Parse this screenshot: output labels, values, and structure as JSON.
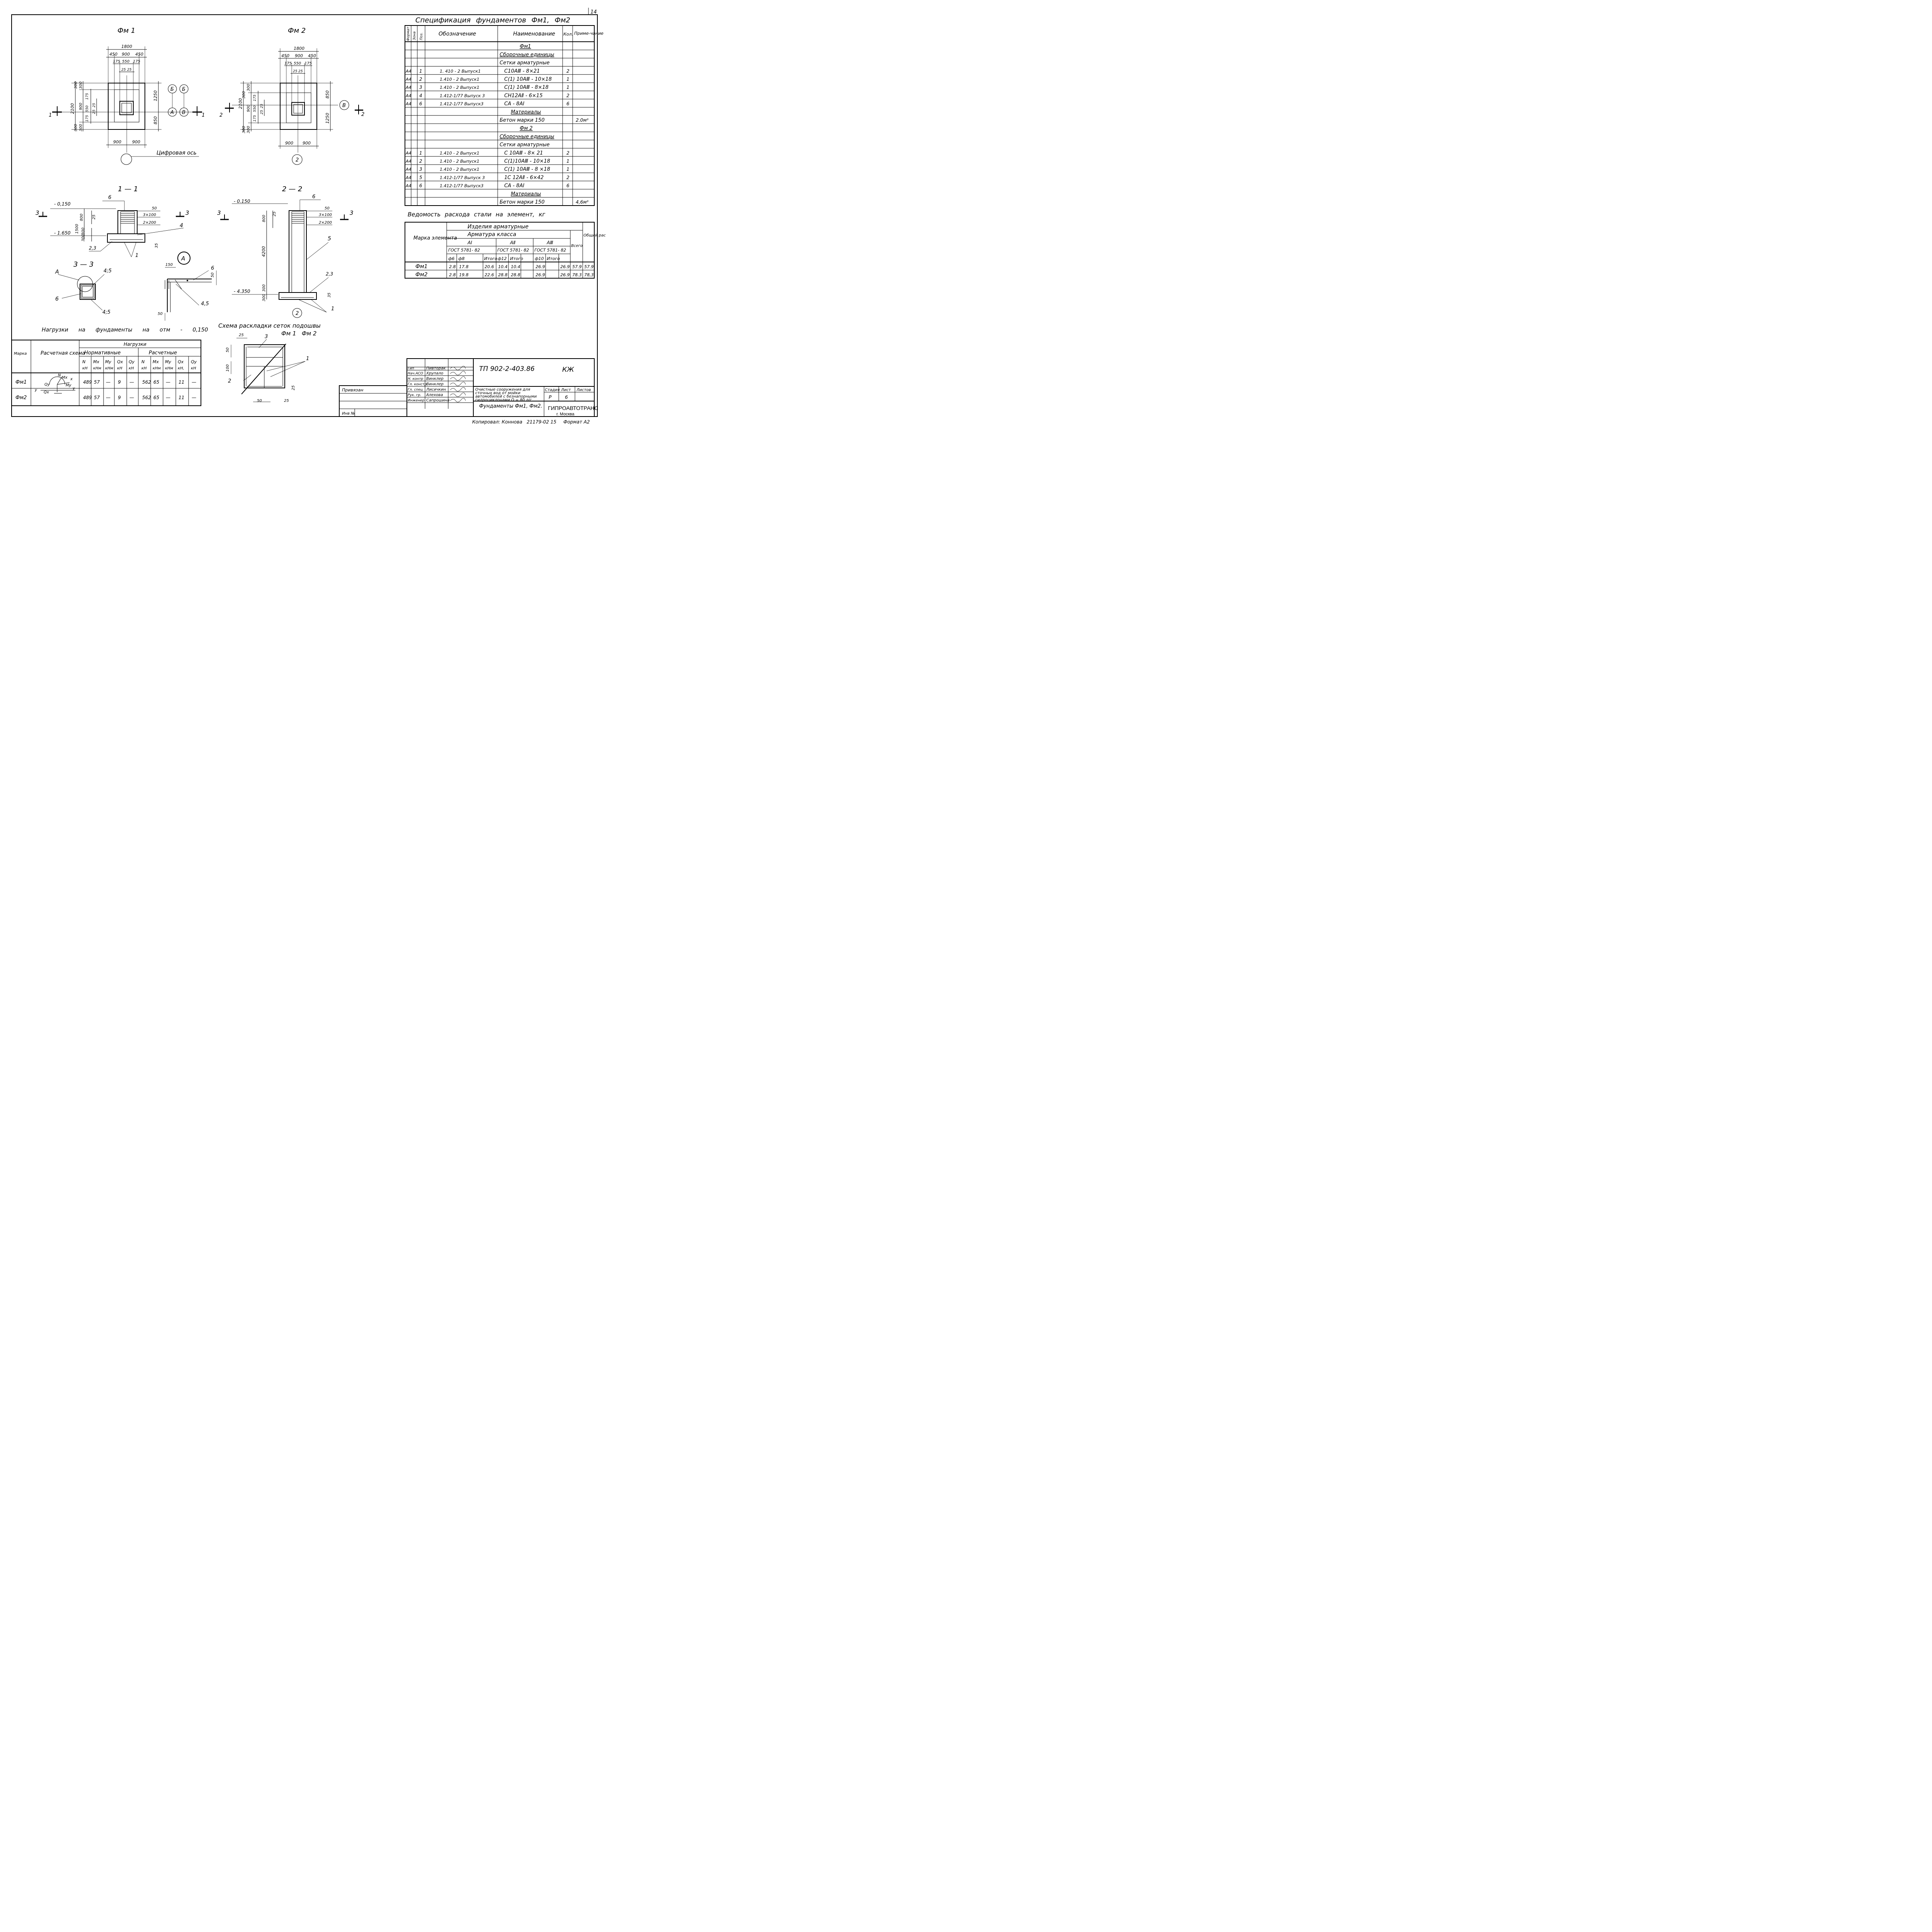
{
  "sheet": {
    "page_number": "14"
  },
  "plans": {
    "fm1": {
      "title": "Фм 1",
      "dims_top": [
        "1800",
        "450",
        "900",
        "450",
        "175",
        "550",
        "175",
        "25",
        "25"
      ],
      "dims_left": [
        "2100",
        "300",
        "300",
        "900",
        "300",
        "300",
        "175",
        "550",
        "175",
        "25",
        "25"
      ],
      "dims_right": [
        "1250",
        "850"
      ],
      "dims_bottom": [
        "900",
        "900"
      ],
      "axes": [
        "Б",
        "Б",
        "А",
        "В"
      ],
      "section_marks": [
        "1",
        "1"
      ],
      "axis_label": "Цифровая ось"
    },
    "fm2": {
      "title": "Фм 2",
      "dims_top": [
        "1800",
        "450",
        "900",
        "450",
        "175",
        "550",
        "175",
        "25",
        "25"
      ],
      "dims_left": [
        "2100",
        "300",
        "300",
        "900",
        "300",
        "300",
        "175",
        "550",
        "175",
        "25",
        "25"
      ],
      "dims_right": [
        "850",
        "1250"
      ],
      "dims_bottom": [
        "900",
        "900"
      ],
      "axes": [
        "В",
        "2"
      ],
      "section_marks": [
        "2",
        "2"
      ]
    }
  },
  "sections": {
    "s11": {
      "title": "1 — 1",
      "levels": [
        "- 0,150",
        "- 1.650"
      ],
      "dims": [
        "800",
        "25",
        "1500",
        "300",
        "300",
        "35",
        "50",
        "3×100",
        "2×200"
      ],
      "callouts": [
        "6",
        "4",
        "2,3",
        "1"
      ],
      "marks": [
        "3",
        "3"
      ]
    },
    "s22": {
      "title": "2 — 2",
      "levels": [
        "- 0.150",
        "- 4.350"
      ],
      "dims": [
        "800",
        "25",
        "4200",
        "300",
        "300",
        "35",
        "50",
        "3×100",
        "2×200"
      ],
      "callouts": [
        "6",
        "5",
        "2,3",
        "1"
      ],
      "marks": [
        "3",
        "3"
      ],
      "axis": "2"
    },
    "s33": {
      "title": "3 — 3",
      "callouts": [
        "А",
        "4;5",
        "6",
        "4;5"
      ]
    },
    "detA": {
      "title": "А",
      "dims": [
        "150",
        "50",
        "50"
      ],
      "callouts": [
        "6",
        "4,5"
      ]
    }
  },
  "layout_scheme": {
    "title": "Схема раскладки сеток подошвы",
    "subtitle": "Фм 1   Фм 2",
    "dims": [
      "25",
      "50",
      "100",
      "25",
      "50",
      "25"
    ],
    "callouts": [
      "3",
      "2",
      "1"
    ]
  },
  "loads": {
    "title": "Нагрузки на фундаменты на отм - 0,150",
    "headers": {
      "mark": "Марка",
      "scheme": "Расчетная схема",
      "loads": "Нагрузки",
      "normative": "Нормативные",
      "design": "Расчетные",
      "cols": [
        "N кН",
        "Mx кНм",
        "My кНм",
        "Qx кН",
        "Qy кН",
        "N кН",
        "Mx кНм",
        "My кНм",
        "Qx кН,",
        "Qy кН"
      ]
    },
    "rows": [
      {
        "mark": "Фм1",
        "values": [
          "489",
          "57",
          "—",
          "9",
          "—",
          "562",
          "65",
          "—",
          "11",
          "—"
        ]
      },
      {
        "mark": "Фм2",
        "values": [
          "489",
          "57",
          "—",
          "9",
          "—",
          "562",
          "65",
          "—",
          "11",
          "—"
        ]
      }
    ],
    "scheme_labels": [
      "N",
      "Mx",
      "x",
      "Qy",
      "My",
      "y",
      "y",
      "Qx"
    ]
  },
  "spec": {
    "title": "Спецификация фундаментов Фм1, Фм2",
    "headers": [
      "Формат",
      "Зона",
      "Поз.",
      "Обозначение",
      "Наименование",
      "Кол.",
      "Приме-чание"
    ],
    "rows": [
      {
        "f": "",
        "z": "",
        "p": "",
        "d": "",
        "n": "Фм1",
        "q": "",
        "r": "",
        "u": true
      },
      {
        "f": "",
        "z": "",
        "p": "",
        "d": "",
        "n": "Сборочные единицы",
        "q": "",
        "r": "",
        "u": true
      },
      {
        "f": "",
        "z": "",
        "p": "",
        "d": "",
        "n": "Сетки арматурные",
        "q": "",
        "r": ""
      },
      {
        "f": "А4",
        "z": "",
        "p": "1",
        "d": "1. 410 - 2 Выпуск1",
        "n": "С10АⅢ - 8×21",
        "q": "2",
        "r": ""
      },
      {
        "f": "А4",
        "z": "",
        "p": "2",
        "d": "1.410 - 2 Выпуск1",
        "n": "С(1) 10АⅢ - 10×18",
        "q": "1",
        "r": ""
      },
      {
        "f": "А4",
        "z": "",
        "p": "3",
        "d": "1.410 - 2 Выпуск1",
        "n": "С(1) 10АⅢ - 8×18",
        "q": "1",
        "r": ""
      },
      {
        "f": "А4",
        "z": "",
        "p": "4",
        "d": "1.412-1/77 Выпуск 3",
        "n": "СН12АⅡ - 6×15",
        "q": "2",
        "r": ""
      },
      {
        "f": "А4",
        "z": "",
        "p": "6",
        "d": "1.412-1/77 Выпуск3",
        "n": "СА - 8АⅠ",
        "q": "6",
        "r": ""
      },
      {
        "f": "",
        "z": "",
        "p": "",
        "d": "",
        "n": "Материалы",
        "q": "",
        "r": "",
        "u": true
      },
      {
        "f": "",
        "z": "",
        "p": "",
        "d": "",
        "n": "Бетон марки 150",
        "q": "",
        "r": "2.0м³"
      },
      {
        "f": "",
        "z": "",
        "p": "",
        "d": "",
        "n": "Фм 2",
        "q": "",
        "r": "",
        "u": true
      },
      {
        "f": "",
        "z": "",
        "p": "",
        "d": "",
        "n": "Сборочные единицы",
        "q": "",
        "r": "",
        "u": true
      },
      {
        "f": "",
        "z": "",
        "p": "",
        "d": "",
        "n": "Сетки арматурные",
        "q": "",
        "r": ""
      },
      {
        "f": "А4",
        "z": "",
        "p": "1",
        "d": "1.410 - 2 Выпуск1",
        "n": "С 10АⅢ - 8× 21",
        "q": "2",
        "r": ""
      },
      {
        "f": "А4",
        "z": "",
        "p": "2",
        "d": "1.410 - 2 Выпуск1",
        "n": "С(1)10АⅢ - 10×18",
        "q": "1",
        "r": ""
      },
      {
        "f": "А4",
        "z": "",
        "p": "3",
        "d": "1.410 - 2 Выпуск1",
        "n": "С(1) 10АⅢ - 8 ×18",
        "q": "1",
        "r": ""
      },
      {
        "f": "А4",
        "z": "",
        "p": "5",
        "d": "1.412-1/77 Выпуск 3",
        "n": "1С 12АⅡ - 6×42",
        "q": "2",
        "r": ""
      },
      {
        "f": "А4",
        "z": "",
        "p": "6",
        "d": "1.412-1/77 Выпуск3",
        "n": "СА - 8АⅠ",
        "q": "6",
        "r": ""
      },
      {
        "f": "",
        "z": "",
        "p": "",
        "d": "",
        "n": "Материалы",
        "q": "",
        "r": "",
        "u": true
      },
      {
        "f": "",
        "z": "",
        "p": "",
        "d": "",
        "n": "Бетон марки 150",
        "q": "",
        "r": "4,6м³"
      }
    ]
  },
  "steel": {
    "title": "Ведомость расхода стали на элемент, кг",
    "headers": {
      "mark": "Марка элемента",
      "products": "Изделия арматурные",
      "rebar": "Арматура класса",
      "classes": [
        "АⅠ",
        "АⅡ",
        "АⅢ"
      ],
      "gosts": [
        "ГОСТ 5781- 82",
        "ГОСТ 5781- 82",
        "ГОСТ 5781- 82"
      ],
      "cols": [
        "ф6",
        "ф8",
        "Итого",
        "ф12",
        "Итого",
        "ф10",
        "Итого"
      ],
      "total": "Всего",
      "grand": "Общий рас-ход"
    },
    "rows": [
      {
        "mark": "Фм1",
        "values": [
          "2.8",
          "17.8",
          "20.6",
          "10.4",
          "10.4",
          "26.9",
          "26.9",
          "57.9",
          "57.9"
        ]
      },
      {
        "mark": "Фм2",
        "values": [
          "2.8",
          "19.8",
          "22.6",
          "28.8",
          "28.8",
          "26.9",
          "26.9",
          "78.3",
          "78,3"
        ]
      }
    ]
  },
  "titleblock": {
    "code": "ТП 902-2-403.86",
    "section": "КЖ",
    "attached": "Привязан",
    "inv": "Инв №",
    "roles": [
      "Гип",
      "Нач.АСО",
      "Н. контр",
      "Гл. констр",
      "Гл. спец",
      "Рук. гр.",
      "Инженер"
    ],
    "names": [
      "Пивторак",
      "Хрупало",
      "Винклер",
      "Винклер",
      "Лисичкин",
      "Алехова",
      "Сапрошина"
    ],
    "project": "Очистные сооружения для сточных вод от мойки автомобилей с безнапорными гидроциклонами Q = 80 л/с",
    "sheet_title": "Фундаменты Фм1, Фм2.",
    "stage_h": "Стадия",
    "sheet_h": "Лист",
    "sheets_h": "Листов",
    "stage": "Р",
    "sheet": "6",
    "sheets": "",
    "org": "ГИПРОАВТОТРАНС",
    "city": "г. Москва",
    "copied": "Копировал: Коннова",
    "order": "21179-02 15",
    "format": "Формат А2"
  }
}
